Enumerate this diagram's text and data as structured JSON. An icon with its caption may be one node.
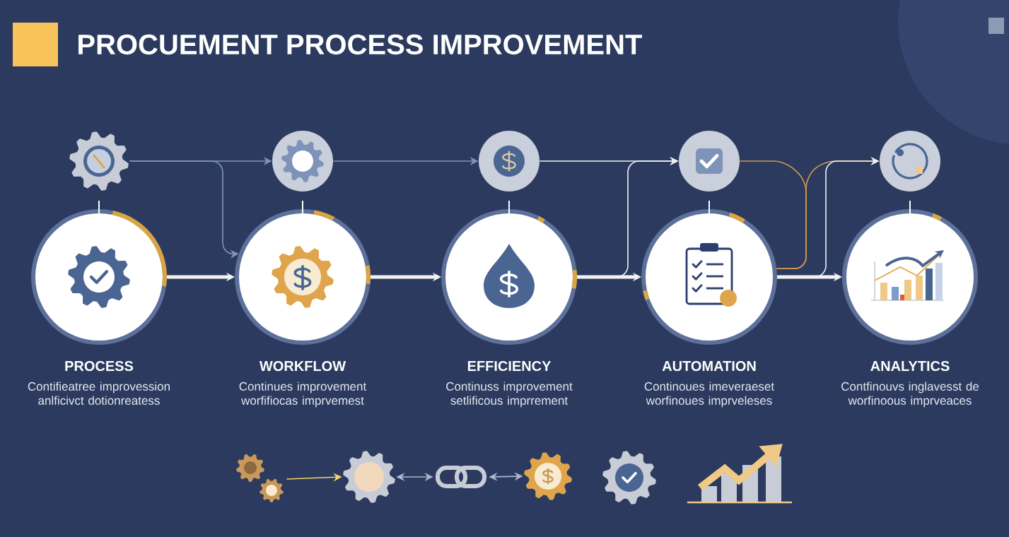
{
  "diagram": {
    "title": "PROCUEMENT PROCESS IMPROVEMENT",
    "nodes": [
      {
        "text": [
          "PROCESS",
          "Contifieatree improvession anlficivct dotionreatess"
        ]
      },
      {
        "text": [
          "WORKFLOW",
          "Continues improvement worfifiocas imprvemest"
        ]
      },
      {
        "text": [
          "EFFICIENCY",
          "Continuss improvement setlificous imprrement"
        ]
      },
      {
        "text": [
          "AUTOMATION",
          "Continoues imeveraeset worfinoues imprveleses"
        ]
      },
      {
        "text": [
          "ANALYTICS",
          "Contfinouvs inglavesst de worfinoous imprveaces"
        ]
      },
      {
        "text": [],
        "shape": "gear"
      },
      {
        "text": [],
        "shape": "circle"
      },
      {
        "text": [],
        "shape": "circle"
      },
      {
        "text": [],
        "shape": "circle"
      },
      {
        "text": [],
        "shape": "circle"
      },
      {
        "text": [],
        "shape": "gear"
      },
      {
        "text": [],
        "shape": "gear"
      },
      {
        "text": [],
        "shape": "chain"
      },
      {
        "text": [],
        "shape": "gear"
      },
      {
        "text": [],
        "shape": "gear"
      },
      {
        "text": [],
        "shape": "chart"
      }
    ],
    "edges": [
      {
        "from": 0,
        "to": 1,
        "arrow": "to",
        "style": "thick"
      },
      {
        "from": 1,
        "to": 2,
        "arrow": "to",
        "style": "thick"
      },
      {
        "from": 2,
        "to": 3,
        "arrow": "to",
        "style": "thick"
      },
      {
        "from": 3,
        "to": 4,
        "arrow": "to",
        "style": "thick"
      },
      {
        "from": 5,
        "to": 6,
        "arrow": "to",
        "color": "#8094bb"
      },
      {
        "from": 5,
        "to": 1,
        "arrow": "to",
        "color": "#8094bb"
      },
      {
        "from": 6,
        "to": 7,
        "arrow": "to",
        "color": "#8094bb"
      },
      {
        "from": 7,
        "to": 8,
        "arrow": "to"
      },
      {
        "from": 2,
        "to": 8,
        "arrow": "to"
      },
      {
        "from": 8,
        "to": 3,
        "arrow": "none",
        "color": "#d39a4a"
      },
      {
        "from": 3,
        "to": 9,
        "arrow": "to",
        "color": "#d39a4a"
      },
      {
        "from": 3,
        "to": 9,
        "arrow": "to"
      },
      {
        "from": 10,
        "to": 11,
        "arrow": "to",
        "color": "#f3d36b"
      },
      {
        "from": 11,
        "to": 12,
        "arrow": "both",
        "color": "#a9b6cf"
      },
      {
        "from": 12,
        "to": 13,
        "arrow": "both",
        "color": "#a9b6cf"
      }
    ]
  }
}
